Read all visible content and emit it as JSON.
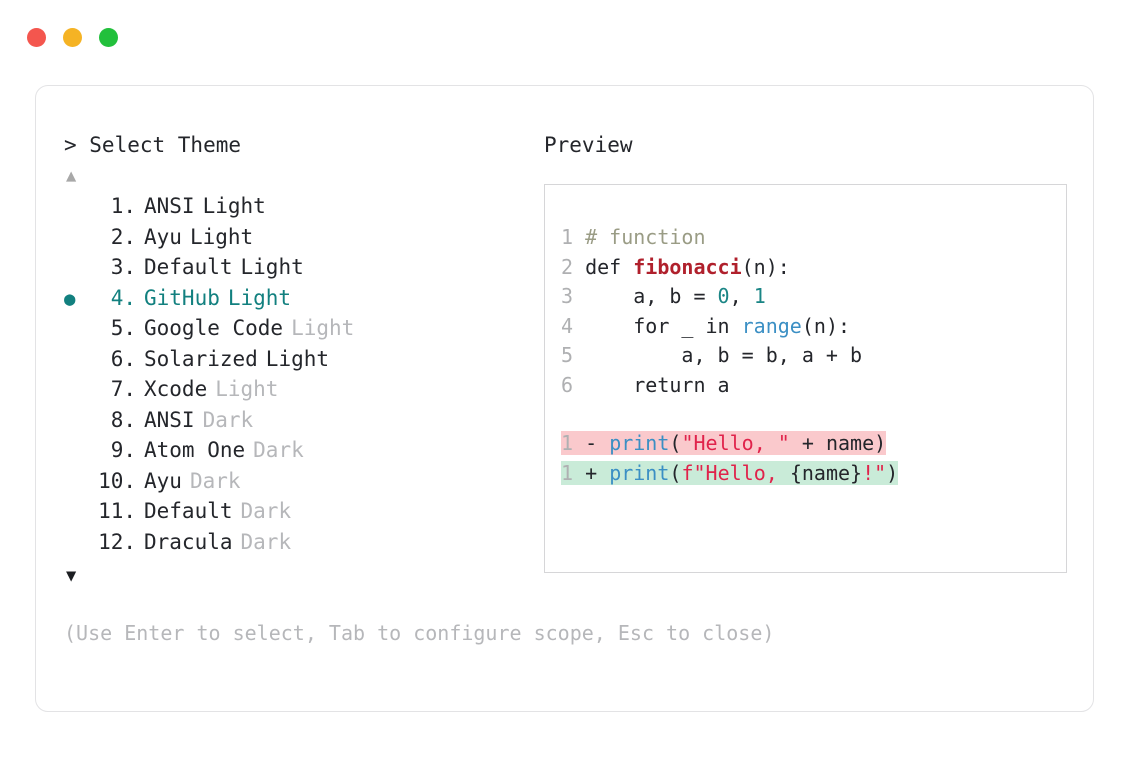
{
  "window": {
    "dots": [
      {
        "name": "close",
        "color": "#F4564E"
      },
      {
        "name": "minimize",
        "color": "#F5B324"
      },
      {
        "name": "maximize",
        "color": "#22C03C"
      }
    ]
  },
  "selector": {
    "prompt": "> Select Theme",
    "scroll_up": "▲",
    "scroll_down": "▼",
    "selected_index": 4,
    "bullet": "●",
    "items": [
      {
        "number": "1.",
        "name": "ANSI",
        "variant": "Light",
        "variant_dim": false,
        "selected": false
      },
      {
        "number": "2.",
        "name": "Ayu",
        "variant": "Light",
        "variant_dim": false,
        "selected": false
      },
      {
        "number": "3.",
        "name": "Default",
        "variant": "Light",
        "variant_dim": false,
        "selected": false
      },
      {
        "number": "4.",
        "name": "GitHub",
        "variant": "Light",
        "variant_dim": false,
        "selected": true
      },
      {
        "number": "5.",
        "name": "Google Code",
        "variant": "Light",
        "variant_dim": true,
        "selected": false
      },
      {
        "number": "6.",
        "name": "Solarized",
        "variant": "Light",
        "variant_dim": false,
        "selected": false
      },
      {
        "number": "7.",
        "name": "Xcode",
        "variant": "Light",
        "variant_dim": true,
        "selected": false
      },
      {
        "number": "8.",
        "name": "ANSI",
        "variant": "Dark",
        "variant_dim": true,
        "selected": false
      },
      {
        "number": "9.",
        "name": "Atom One",
        "variant": "Dark",
        "variant_dim": true,
        "selected": false
      },
      {
        "number": "10.",
        "name": "Ayu",
        "variant": "Dark",
        "variant_dim": true,
        "selected": false
      },
      {
        "number": "11.",
        "name": "Default",
        "variant": "Dark",
        "variant_dim": true,
        "selected": false
      },
      {
        "number": "12.",
        "name": "Dracula",
        "variant": "Dark",
        "variant_dim": true,
        "selected": false
      }
    ],
    "hint": "(Use Enter to select, Tab to configure scope, Esc to close)"
  },
  "preview": {
    "label": "Preview",
    "code_lines": [
      {
        "number": "1",
        "tokens": [
          {
            "text": "# function",
            "type": "comment"
          }
        ]
      },
      {
        "number": "2",
        "tokens": [
          {
            "text": "def ",
            "type": "kw"
          },
          {
            "text": "fibonacci",
            "type": "fn"
          },
          {
            "text": "(n):",
            "type": "plain"
          }
        ]
      },
      {
        "number": "3",
        "tokens": [
          {
            "text": "    a, b = ",
            "type": "plain"
          },
          {
            "text": "0",
            "type": "num"
          },
          {
            "text": ", ",
            "type": "plain"
          },
          {
            "text": "1",
            "type": "num"
          }
        ]
      },
      {
        "number": "4",
        "tokens": [
          {
            "text": "    for _ in ",
            "type": "plain"
          },
          {
            "text": "range",
            "type": "builtin"
          },
          {
            "text": "(n):",
            "type": "plain"
          }
        ]
      },
      {
        "number": "5",
        "tokens": [
          {
            "text": "        a, b = b, a + b",
            "type": "plain"
          }
        ]
      },
      {
        "number": "6",
        "tokens": [
          {
            "text": "    return a",
            "type": "plain"
          }
        ]
      }
    ],
    "diff_lines": [
      {
        "number": "1",
        "sign": "-",
        "kind": "del",
        "tokens": [
          {
            "text": "print",
            "type": "builtin"
          },
          {
            "text": "(",
            "type": "plain"
          },
          {
            "text": "\"Hello, \"",
            "type": "str"
          },
          {
            "text": " + name)",
            "type": "plain"
          }
        ]
      },
      {
        "number": "1",
        "sign": "+",
        "kind": "add",
        "tokens": [
          {
            "text": "print",
            "type": "builtin"
          },
          {
            "text": "(",
            "type": "plain"
          },
          {
            "text": "f\"Hello, ",
            "type": "str"
          },
          {
            "text": "{name}",
            "type": "plain"
          },
          {
            "text": "!\"",
            "type": "str"
          },
          {
            "text": ")",
            "type": "plain"
          }
        ]
      }
    ]
  },
  "colors": {
    "accent_teal": "#12807F",
    "dim_gray": "#B6B7BA",
    "text": "#24262B",
    "diff_del_bg": "#FAC9CC",
    "diff_add_bg": "#C9EBD8",
    "border": "#E3E3E5"
  }
}
